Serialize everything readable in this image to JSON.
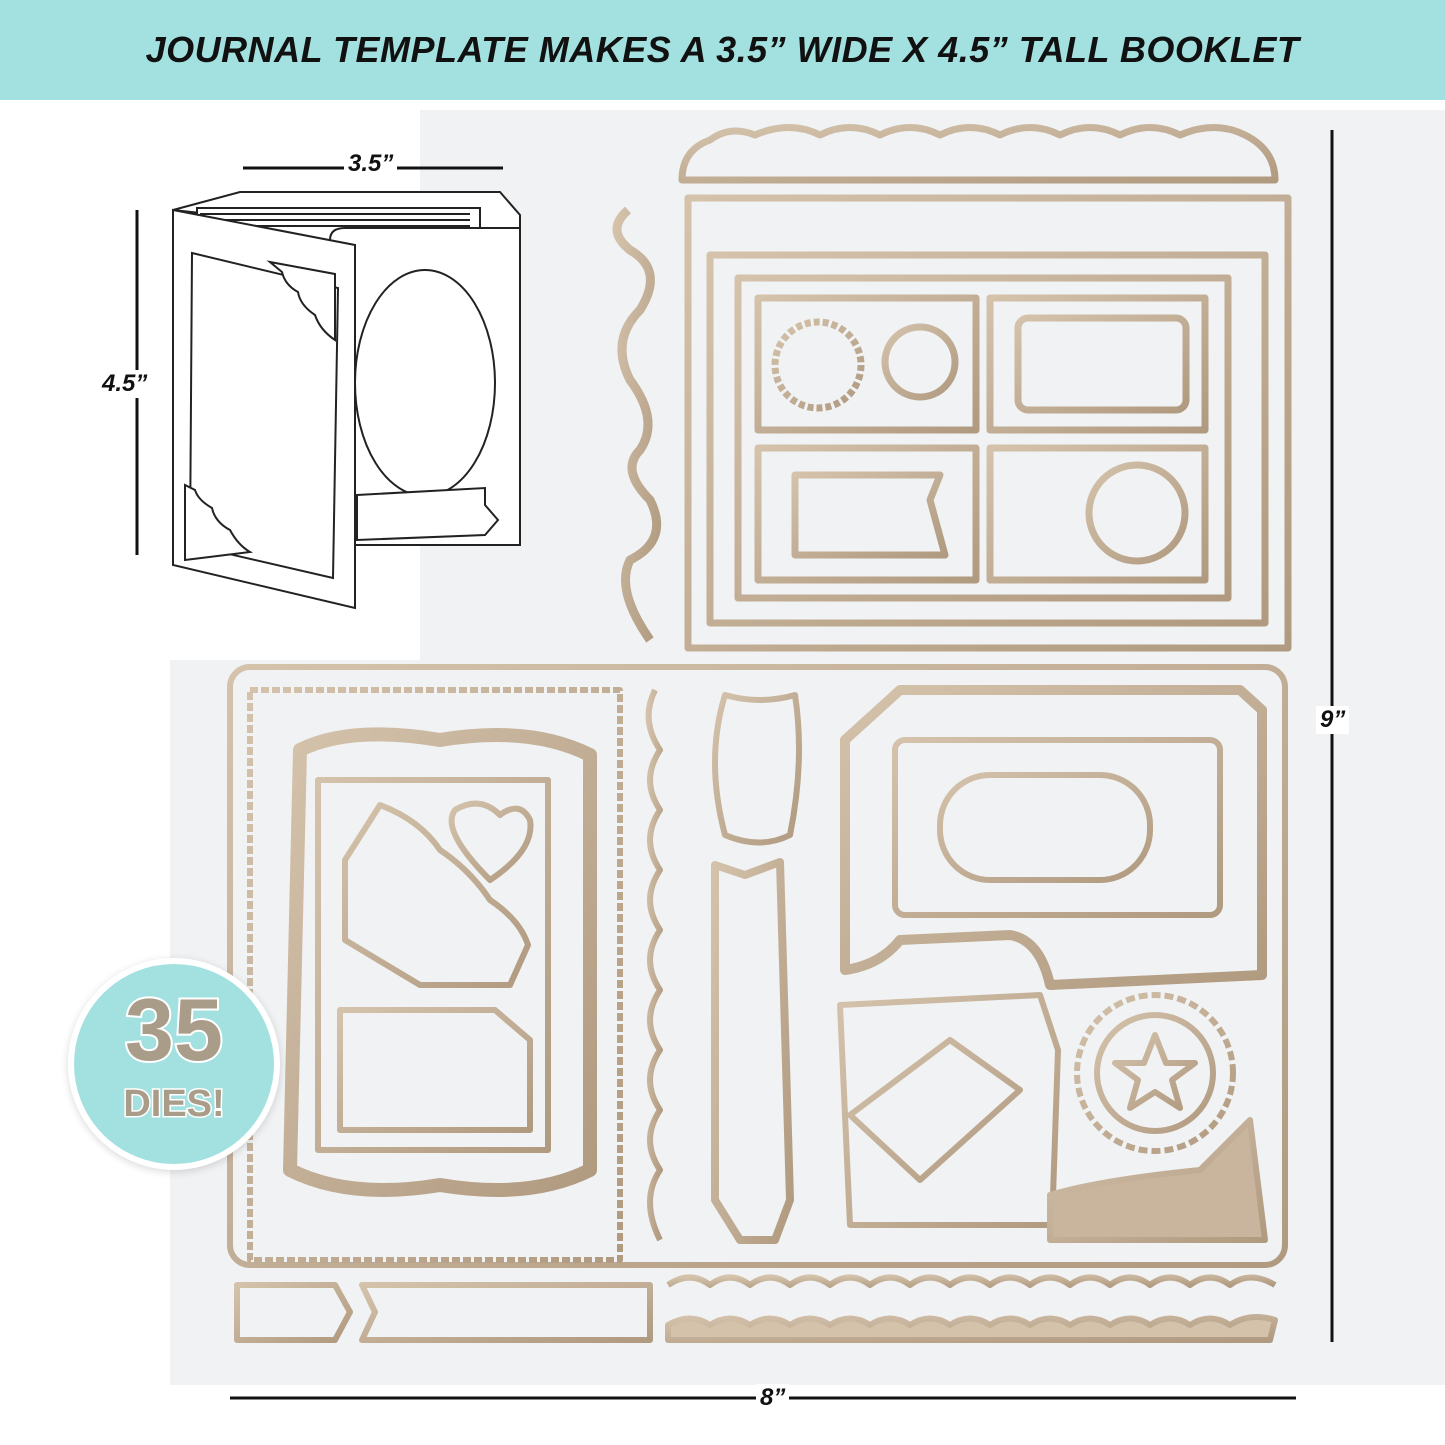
{
  "header": {
    "title": "JOURNAL TEMPLATE MAKES A 3.5” WIDE X 4.5” TALL BOOKLET"
  },
  "dimensions": {
    "booklet_width": "3.5”",
    "booklet_height": "4.5”",
    "sheet_height": "9”",
    "sheet_width": "8”"
  },
  "badge": {
    "count": "35",
    "label": "DIES!"
  },
  "colors": {
    "header_bg": "#a3e1e0",
    "die_gold": "#c2ad95",
    "badge_text": "#a99c89"
  }
}
